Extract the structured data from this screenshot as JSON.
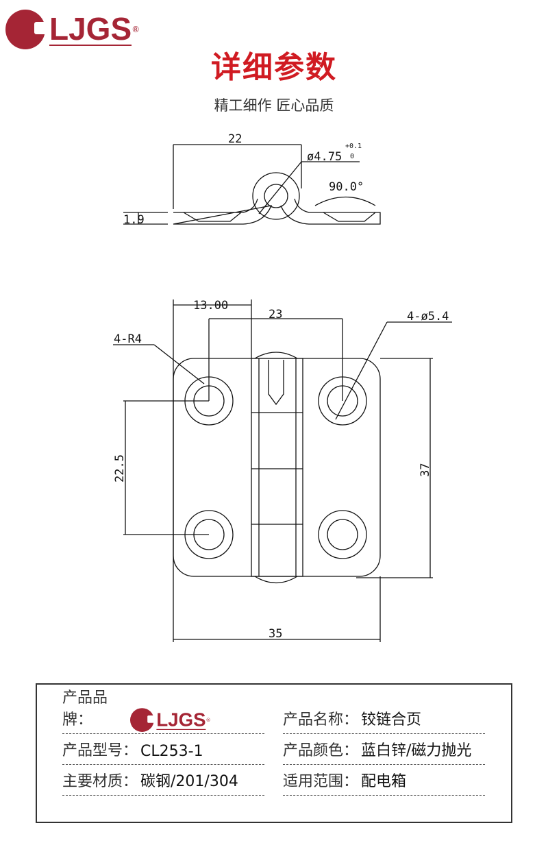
{
  "brand": {
    "name": "LJGS",
    "reg": "®"
  },
  "header": {
    "title": "详细参数",
    "subtitle": "精工细作 匠心品质"
  },
  "drawing": {
    "side_view": {
      "width": "22",
      "hole_dia": "ø4.75",
      "tol_upper": "+0.1",
      "tol_lower": "0",
      "angle": "90.0°",
      "thickness": "1.9"
    },
    "front_view": {
      "offset": "13.00",
      "hole_spacing_x": "23",
      "hole_dia": "4-ø5.4",
      "corner_radius": "4-R4",
      "hole_spacing_y": "22.5",
      "height": "37",
      "width": "35"
    }
  },
  "spec": {
    "rows": [
      {
        "label": "产品品牌：",
        "value": ""
      },
      {
        "label": "产品名称：",
        "value": "铰链合页"
      },
      {
        "label": "产品型号：",
        "value": "CL253-1"
      },
      {
        "label": "产品颜色：",
        "value": "蓝白锌/磁力抛光"
      },
      {
        "label": "主要材质：",
        "value": "碳钢/201/304"
      },
      {
        "label": "适用范围：",
        "value": "配电箱"
      }
    ]
  }
}
